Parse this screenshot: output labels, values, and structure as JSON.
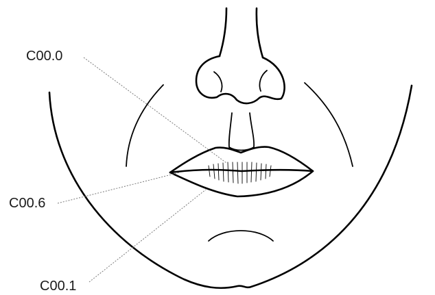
{
  "labels": {
    "c00_0": "C00.0",
    "c00_6": "C00.6",
    "c00_1": "C00.1"
  }
}
